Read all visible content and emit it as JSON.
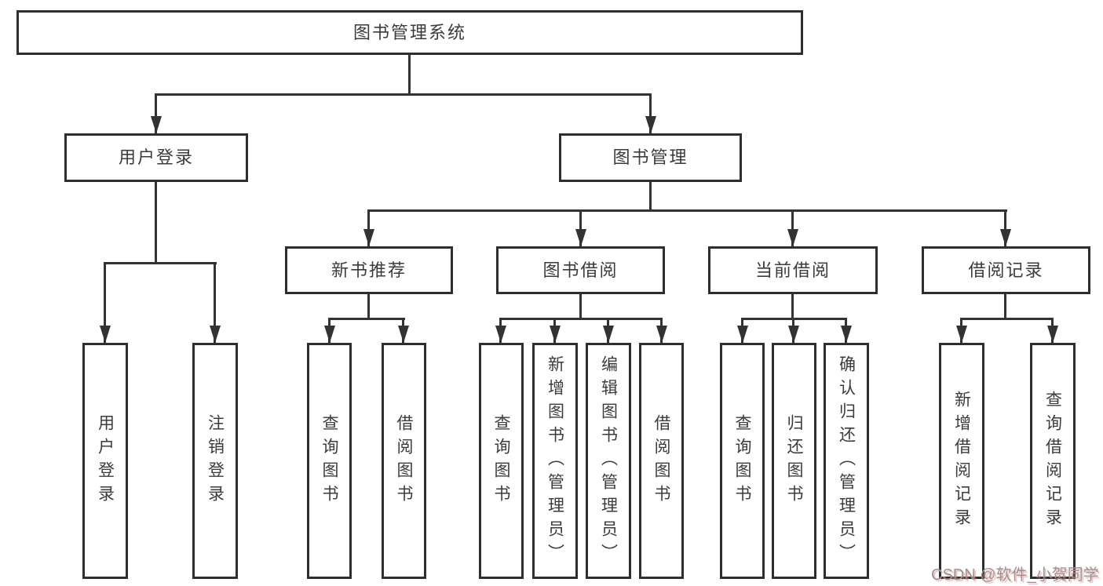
{
  "diagram": {
    "root": "图书管理系统",
    "branches": [
      {
        "label": "用户登录",
        "children": [
          "用户登录",
          "注销登录"
        ]
      },
      {
        "label": "图书管理",
        "children": [
          {
            "label": "新书推荐",
            "children": [
              "查询图书",
              "借阅图书"
            ]
          },
          {
            "label": "图书借阅",
            "children": [
              "查询图书",
              "新增图书（管理员）",
              "编辑图书（管理员）",
              "借阅图书"
            ]
          },
          {
            "label": "当前借阅",
            "children": [
              "查询图书",
              "归还图书",
              "确认归还（管理员）"
            ]
          },
          {
            "label": "借阅记录",
            "children": [
              "新增借阅记录",
              "查询借阅记录"
            ]
          }
        ]
      }
    ]
  },
  "watermark": {
    "text": "CSDN @软件_小贺同学"
  },
  "colors": {
    "background": "#ffffff",
    "line": "#333333",
    "box_border": "#2e2e2e",
    "text": "#3b3b3b",
    "watermark_text": "#969696",
    "watermark_shadow": "#e97474"
  }
}
